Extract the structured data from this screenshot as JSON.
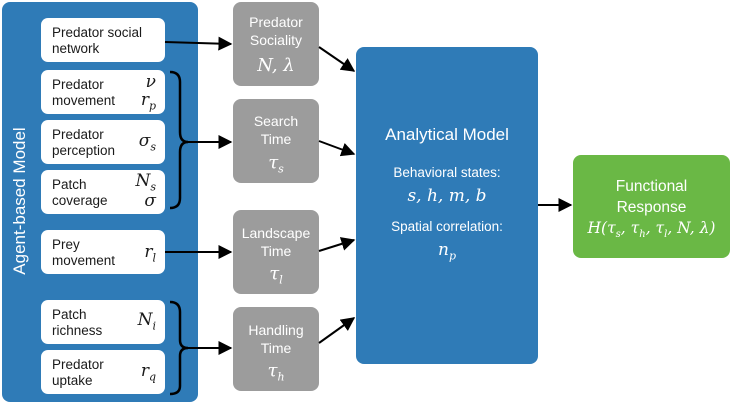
{
  "agent_based_model": {
    "title": "Agent-based Model",
    "params": [
      {
        "label_1": "Predator social",
        "label_2": "network"
      },
      {
        "label_1": "Predator",
        "label_2": "movement",
        "sym_1": "ν",
        "sym_2_base": "r",
        "sym_2_sub": "p"
      },
      {
        "label_1": "Predator",
        "label_2": "perception",
        "sym_base": "σ",
        "sym_sub": "s"
      },
      {
        "label_1": "Patch",
        "label_2": "coverage",
        "sym_1_base": "N",
        "sym_1_sub": "s",
        "sym_2": "σ"
      },
      {
        "label_1": "Prey",
        "label_2": "movement",
        "sym_base": "r",
        "sym_sub": "l"
      },
      {
        "label_1": "Patch",
        "label_2": "richness",
        "sym_base": "N",
        "sym_sub": "i"
      },
      {
        "label_1": "Predator",
        "label_2": "uptake",
        "sym_base": "r",
        "sym_sub": "q"
      }
    ]
  },
  "intermediate": [
    {
      "line_1": "Predator",
      "line_2": "Sociality",
      "sym": "N, λ"
    },
    {
      "line_1": "Search",
      "line_2": "Time",
      "sym_base": "τ",
      "sym_sub": "s"
    },
    {
      "line_1": "Landscape",
      "line_2": "Time",
      "sym_base": "τ",
      "sym_sub": "l"
    },
    {
      "line_1": "Handling",
      "line_2": "Time",
      "sym_base": "τ",
      "sym_sub": "h"
    }
  ],
  "analytical_model": {
    "title": "Analytical Model",
    "behavioral_label": "Behavioral states:",
    "behavioral_sym": "s, h, m, b",
    "spatial_label": "Spatial correlation:",
    "spatial_sym_base": "n",
    "spatial_sym_sub": "p"
  },
  "functional_response": {
    "line_1": "Functional",
    "line_2": "Response",
    "sym_prefix": "H(τ",
    "sub_s": "s",
    "sep_1": ", τ",
    "sub_h": "h",
    "sep_2": ", τ",
    "sub_l": "l",
    "sym_suffix": ", N, λ)"
  },
  "colors": {
    "blue": "#2f7bb7",
    "grey": "#9c9c9c",
    "green": "#6ab845",
    "arrow": "#000000"
  }
}
